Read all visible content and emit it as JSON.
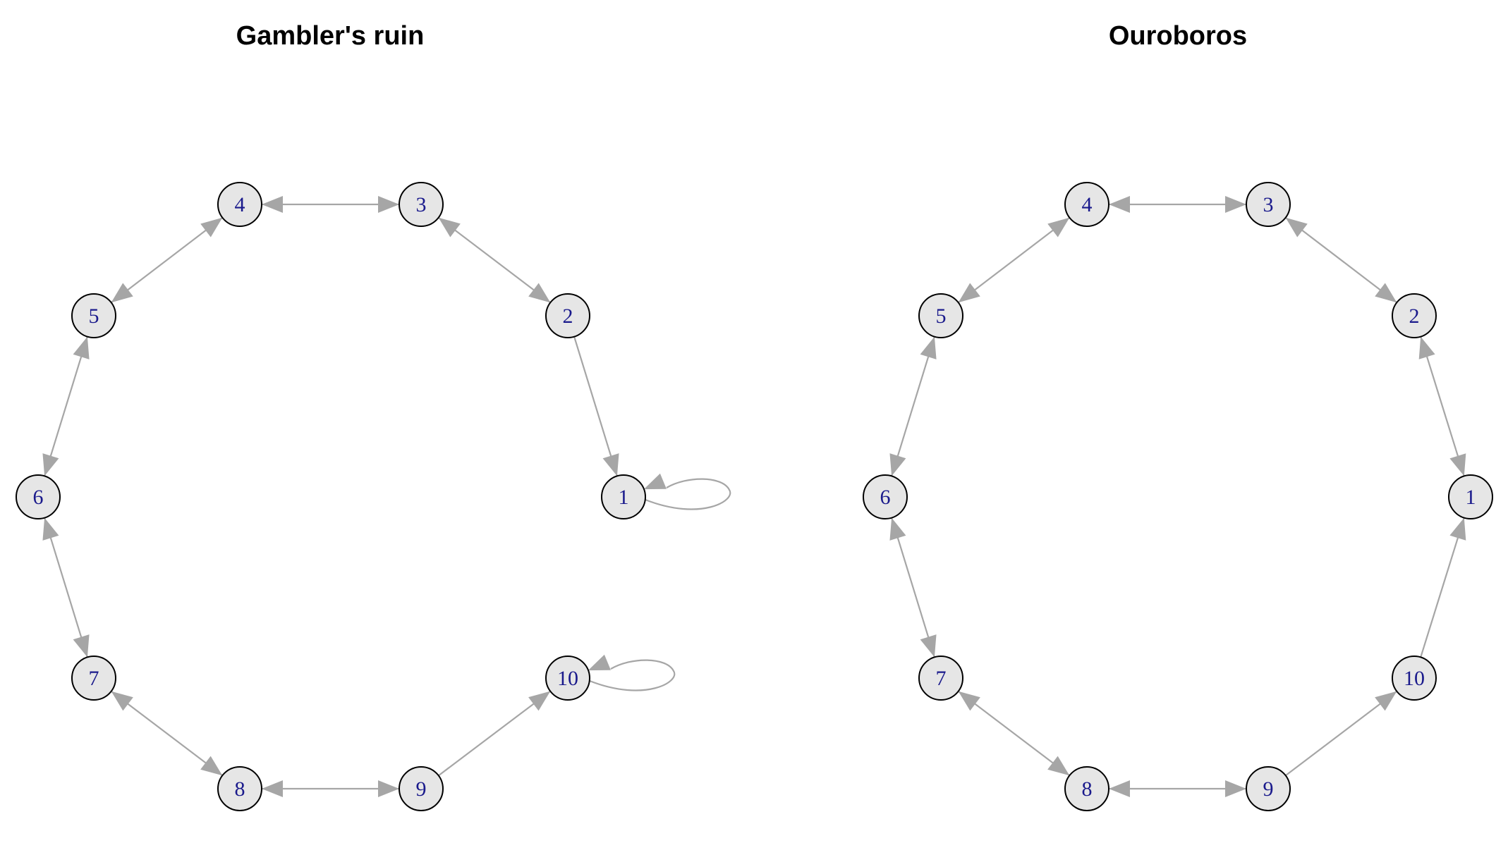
{
  "diagrams": [
    {
      "title": "Gambler's ruin",
      "nodes": [
        "1",
        "2",
        "3",
        "4",
        "5",
        "6",
        "7",
        "8",
        "9",
        "10"
      ],
      "edges": [
        {
          "from": "2",
          "to": "1",
          "directed": "forward"
        },
        {
          "from": "2",
          "to": "3",
          "directed": "both"
        },
        {
          "from": "3",
          "to": "4",
          "directed": "both"
        },
        {
          "from": "4",
          "to": "5",
          "directed": "both"
        },
        {
          "from": "5",
          "to": "6",
          "directed": "both"
        },
        {
          "from": "6",
          "to": "7",
          "directed": "both"
        },
        {
          "from": "7",
          "to": "8",
          "directed": "both"
        },
        {
          "from": "8",
          "to": "9",
          "directed": "both"
        },
        {
          "from": "9",
          "to": "10",
          "directed": "forward"
        },
        {
          "from": "1",
          "to": "1",
          "directed": "loop"
        },
        {
          "from": "10",
          "to": "10",
          "directed": "loop"
        }
      ]
    },
    {
      "title": "Ouroboros",
      "nodes": [
        "1",
        "2",
        "3",
        "4",
        "5",
        "6",
        "7",
        "8",
        "9",
        "10"
      ],
      "edges": [
        {
          "from": "1",
          "to": "2",
          "directed": "both"
        },
        {
          "from": "2",
          "to": "3",
          "directed": "both"
        },
        {
          "from": "3",
          "to": "4",
          "directed": "both"
        },
        {
          "from": "4",
          "to": "5",
          "directed": "both"
        },
        {
          "from": "5",
          "to": "6",
          "directed": "both"
        },
        {
          "from": "6",
          "to": "7",
          "directed": "both"
        },
        {
          "from": "7",
          "to": "8",
          "directed": "both"
        },
        {
          "from": "8",
          "to": "9",
          "directed": "both"
        },
        {
          "from": "9",
          "to": "10",
          "directed": "forward"
        },
        {
          "from": "10",
          "to": "1",
          "directed": "forward"
        }
      ]
    }
  ],
  "colors": {
    "node_fill": "#e6e6e6",
    "node_stroke": "#000000",
    "label": "#1a1a8c",
    "edge": "#a6a6a6"
  }
}
